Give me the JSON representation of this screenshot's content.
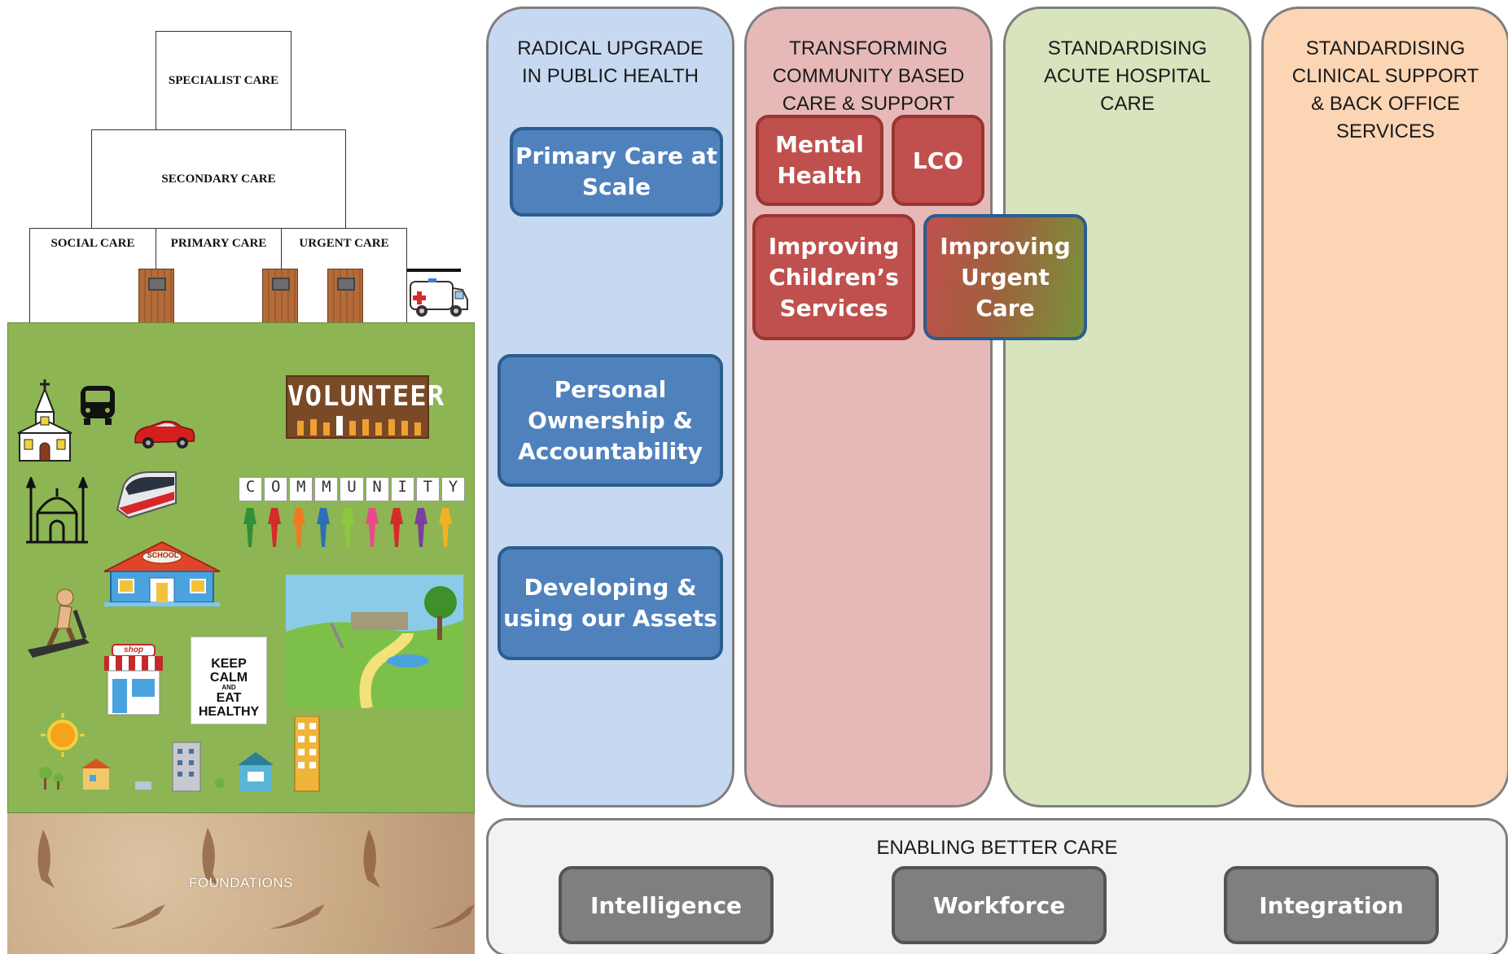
{
  "pyramid": {
    "specialist_care": "SPECIALIST CARE",
    "secondary_care": "SECONDARY CARE",
    "social_care": "SOCIAL CARE",
    "primary_care": "PRIMARY CARE",
    "urgent_care": "URGENT CARE"
  },
  "community_scene": {
    "volunteer_sign": "VOLUNTEER",
    "community_letters": [
      "C",
      "O",
      "M",
      "M",
      "U",
      "N",
      "I",
      "T",
      "Y"
    ],
    "school_label": "SCHOOL",
    "shop_label": "shop",
    "keep_calm": [
      "KEEP",
      "CALM",
      "AND",
      "EAT",
      "HEALTHY"
    ],
    "icons": [
      "church-icon",
      "bus-icon",
      "car-icon",
      "mosque-icon",
      "train-icon",
      "school-icon",
      "treadmill-icon",
      "shop-icon",
      "sun-icon",
      "houses-icon",
      "park-icon",
      "volunteer-icon",
      "community-icon",
      "ambulance-icon"
    ]
  },
  "foundations_label": "FOUNDATIONS",
  "columns": [
    {
      "title_lines": [
        "RADICAL UPGRADE",
        "IN PUBLIC HEALTH"
      ],
      "color": "#c6d9f1"
    },
    {
      "title_lines": [
        "TRANSFORMING",
        "COMMUNITY BASED",
        "CARE & SUPPORT"
      ],
      "color": "#e6b9b8"
    },
    {
      "title_lines": [
        "STANDARDISING",
        "ACUTE HOSPITAL",
        "CARE"
      ],
      "color": "#d7e4bd"
    },
    {
      "title_lines": [
        "STANDARDISING",
        "CLINICAL SUPPORT",
        "& BACK OFFICE",
        "SERVICES"
      ],
      "color": "#fcd5b5"
    }
  ],
  "boxes": {
    "primary_care_at_scale": [
      "Primary Care at",
      "Scale"
    ],
    "personal_ownership": [
      "Personal",
      "Ownership &",
      "Accountability"
    ],
    "developing_assets": [
      "Developing &",
      "using our Assets"
    ],
    "mental_health": [
      "Mental",
      "Health"
    ],
    "lco": [
      "LCO"
    ],
    "improving_childrens": [
      "Improving",
      "Children’s",
      "Services"
    ],
    "improving_urgent": [
      "Improving",
      "Urgent",
      "Care"
    ]
  },
  "enabling": {
    "title": "ENABLING BETTER CARE",
    "items": [
      "Intelligence",
      "Workforce",
      "Integration"
    ]
  },
  "colors": {
    "blue_box": "#4f81bd",
    "red_box": "#c0504d",
    "grey_box": "#7f7f7f",
    "green_area": "#8db553"
  }
}
